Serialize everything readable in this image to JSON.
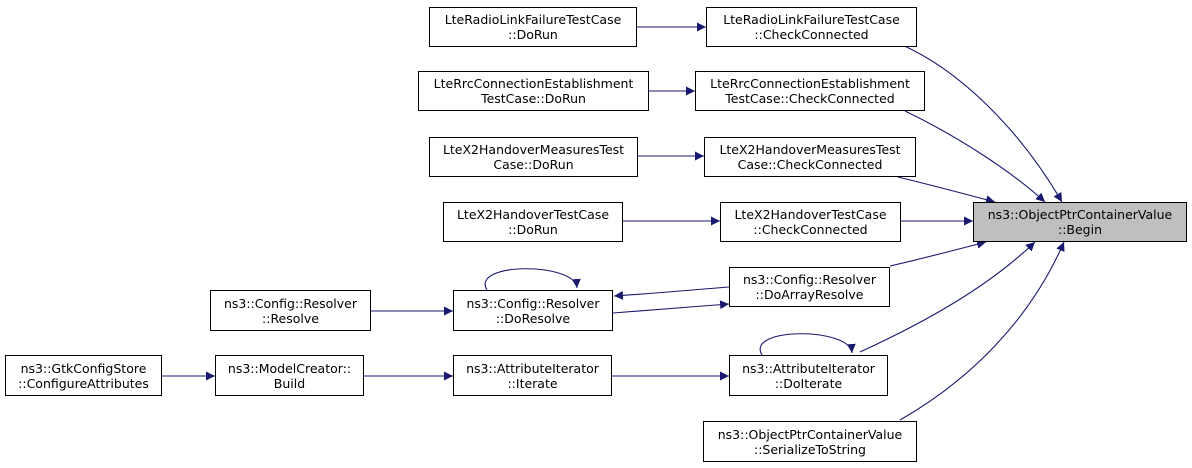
{
  "diagram": {
    "colors": {
      "edge": "#191970",
      "focus_fill": "#bfbfbf",
      "node_fill": "#ffffff",
      "node_border": "#000000"
    },
    "nodes": {
      "begin": {
        "line1": "ns3::ObjectPtrContainerValue",
        "line2": "::Begin"
      },
      "lterlf_check": {
        "line1": "LteRadioLinkFailureTestCase",
        "line2": "::CheckConnected"
      },
      "lterlf_run": {
        "line1": "LteRadioLinkFailureTestCase",
        "line2": "::DoRun"
      },
      "lterrc_check": {
        "line1": "LteRrcConnectionEstablishment",
        "line2": "TestCase::CheckConnected"
      },
      "lterrc_run": {
        "line1": "LteRrcConnectionEstablishment",
        "line2": "TestCase::DoRun"
      },
      "ltex2m_check": {
        "line1": "LteX2HandoverMeasuresTest",
        "line2": "Case::CheckConnected"
      },
      "ltex2m_run": {
        "line1": "LteX2HandoverMeasuresTest",
        "line2": "Case::DoRun"
      },
      "ltex2_check": {
        "line1": "LteX2HandoverTestCase",
        "line2": "::CheckConnected"
      },
      "ltex2_run": {
        "line1": "LteX2HandoverTestCase",
        "line2": "::DoRun"
      },
      "doarray": {
        "line1": "ns3::Config::Resolver",
        "line2": "::DoArrayResolve"
      },
      "doresolve": {
        "line1": "ns3::Config::Resolver",
        "line2": "::DoResolve"
      },
      "resolve": {
        "line1": "ns3::Config::Resolver",
        "line2": "::Resolve"
      },
      "doiterate": {
        "line1": "ns3::AttributeIterator",
        "line2": "::DoIterate"
      },
      "iterate": {
        "line1": "ns3::AttributeIterator",
        "line2": "::Iterate"
      },
      "build": {
        "line1": "ns3::ModelCreator::",
        "line2": "Build"
      },
      "gtk": {
        "line1": "ns3::GtkConfigStore",
        "line2": "::ConfigureAttributes"
      },
      "serialize": {
        "line1": "ns3::ObjectPtrContainerValue",
        "line2": "::SerializeToString"
      }
    }
  }
}
